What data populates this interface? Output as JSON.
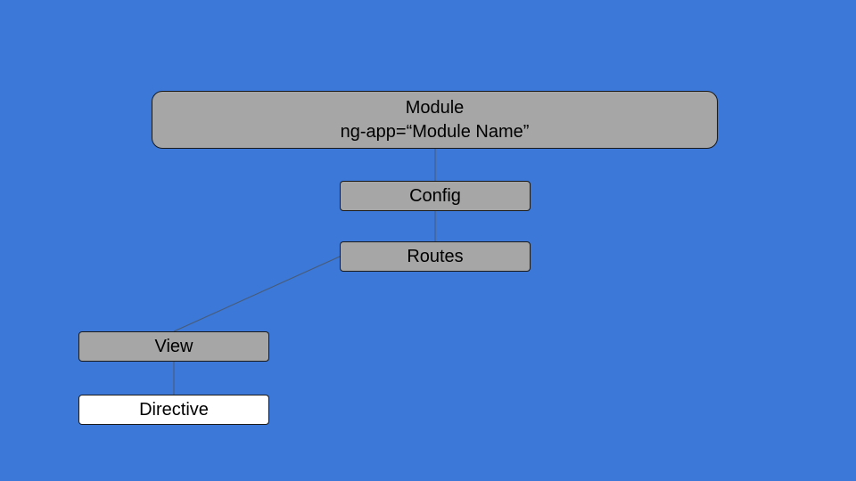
{
  "colors": {
    "background": "#3b78d8",
    "node_gray": "#a6a6a6",
    "node_white": "#ffffff",
    "connector": "#4a5a73"
  },
  "nodes": {
    "module": {
      "line1": "Module",
      "line2": "ng-app=“Module Name”"
    },
    "config": {
      "label": "Config"
    },
    "routes": {
      "label": "Routes"
    },
    "view": {
      "label": "View"
    },
    "directive": {
      "label": "Directive"
    }
  }
}
